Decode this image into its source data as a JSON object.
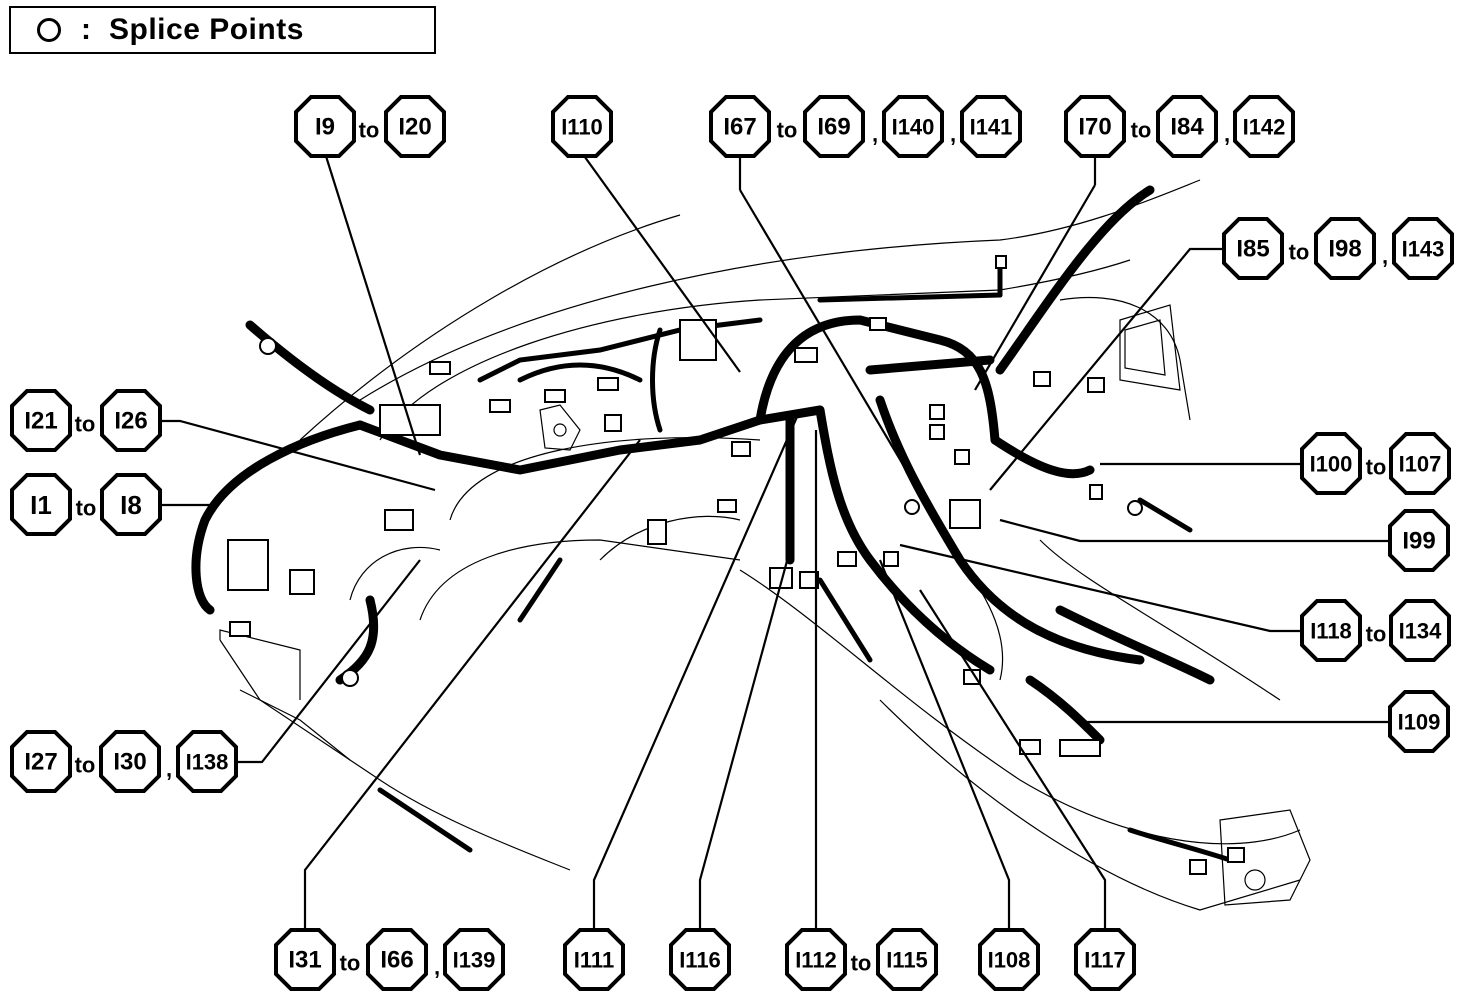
{
  "legend": {
    "label": "Splice Points",
    "colon": ":",
    "symbol": "circle"
  },
  "joiners": {
    "to": "to",
    "comma": ","
  },
  "callouts": {
    "i9_i20": {
      "from": "I9",
      "to": "I20"
    },
    "i110": {
      "id": "I110"
    },
    "i67_group": {
      "from": "I67",
      "to": "I69",
      "extra": [
        "I140",
        "I141"
      ]
    },
    "i70_group": {
      "from": "I70",
      "to": "I84",
      "extra": [
        "I142"
      ]
    },
    "i85_group": {
      "from": "I85",
      "to": "I98",
      "extra": [
        "I143"
      ]
    },
    "i21_i26": {
      "from": "I21",
      "to": "I26"
    },
    "i1_i8": {
      "from": "I1",
      "to": "I8"
    },
    "i100_i107": {
      "from": "I100",
      "to": "I107"
    },
    "i99": {
      "id": "I99"
    },
    "i118_i134": {
      "from": "I118",
      "to": "I134"
    },
    "i109": {
      "id": "I109"
    },
    "i27_group": {
      "from": "I27",
      "to": "I30",
      "extra": [
        "I138"
      ]
    },
    "i31_group": {
      "from": "I31",
      "to": "I66",
      "extra": [
        "I139"
      ]
    },
    "i111": {
      "id": "I111"
    },
    "i116": {
      "id": "I116"
    },
    "i112_i115": {
      "from": "I112",
      "to": "I115"
    },
    "i108": {
      "id": "I108"
    },
    "i117": {
      "id": "I117"
    }
  },
  "colors": {
    "ink": "#000000",
    "paper": "#ffffff"
  }
}
